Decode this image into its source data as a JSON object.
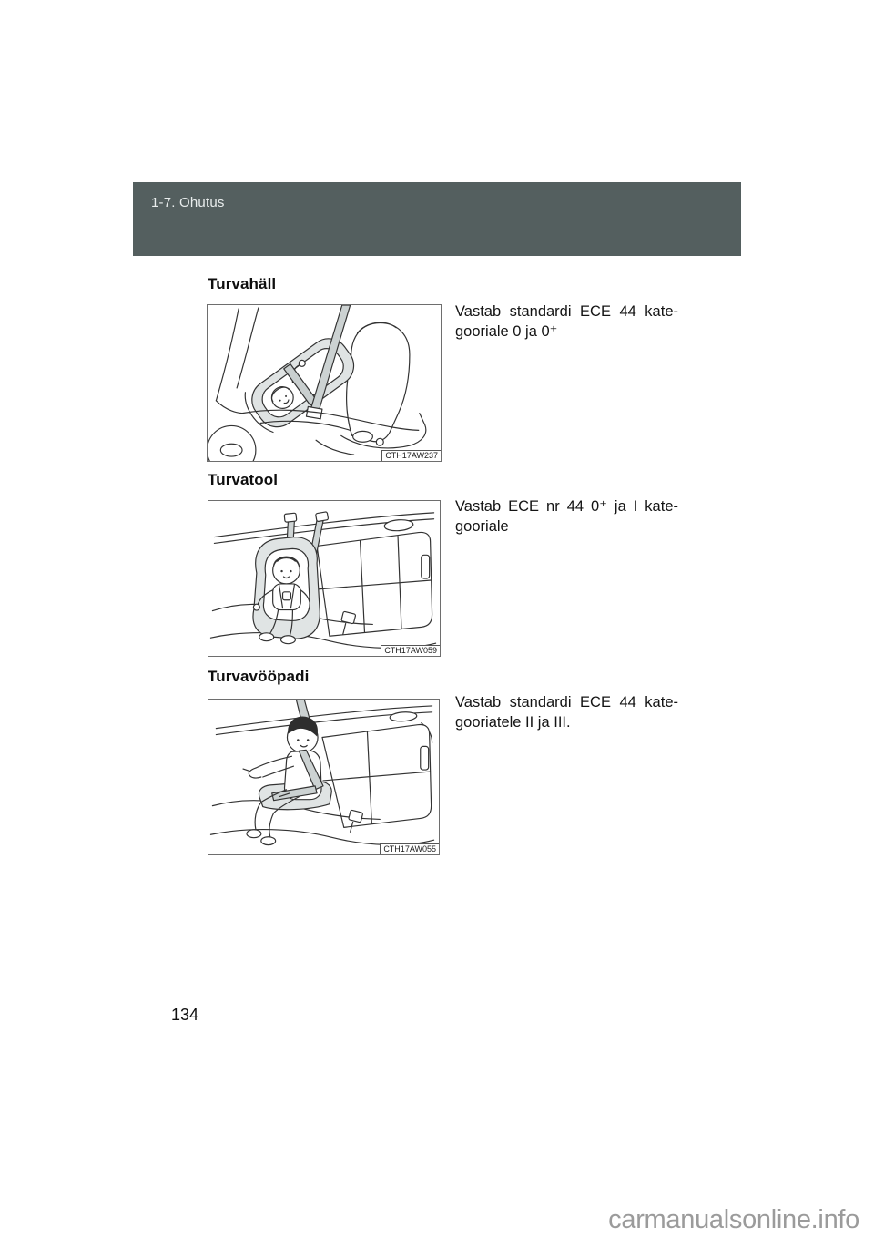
{
  "header": {
    "breadcrumb": "1-7. Ohutus"
  },
  "colors": {
    "header_bar": "#545F5F",
    "figure_border": "#6E6E6E",
    "watermark_text": "#9B9B9B",
    "illustration_shade": "#DFE3E3",
    "belt_shade": "#CCD2D2"
  },
  "sections": [
    {
      "heading": "Turvahäll",
      "figure_code": "CTH17AW237",
      "figure_subject": "rear-facing infant seat secured on front seat with seat belt",
      "desc_line1": "Vastab standardi ECE 44 kate-",
      "desc_line2": "gooriale 0 ja 0⁺"
    },
    {
      "heading": "Turvatool",
      "figure_code": "CTH17AW059",
      "figure_subject": "forward-facing child seat on rear bench seat",
      "desc_line1": "Vastab ECE nr 44 0⁺ ja I kate-",
      "desc_line2": "gooriale"
    },
    {
      "heading": "Turvavööpadi",
      "figure_code": "CTH17AW055",
      "figure_subject": "child on booster cushion with seat belt on rear bench seat",
      "desc_line1": "Vastab standardi ECE 44 kate-",
      "desc_line2": "gooriatele II ja III."
    }
  ],
  "page_number": "134",
  "watermark": "carmanualsonline.info"
}
